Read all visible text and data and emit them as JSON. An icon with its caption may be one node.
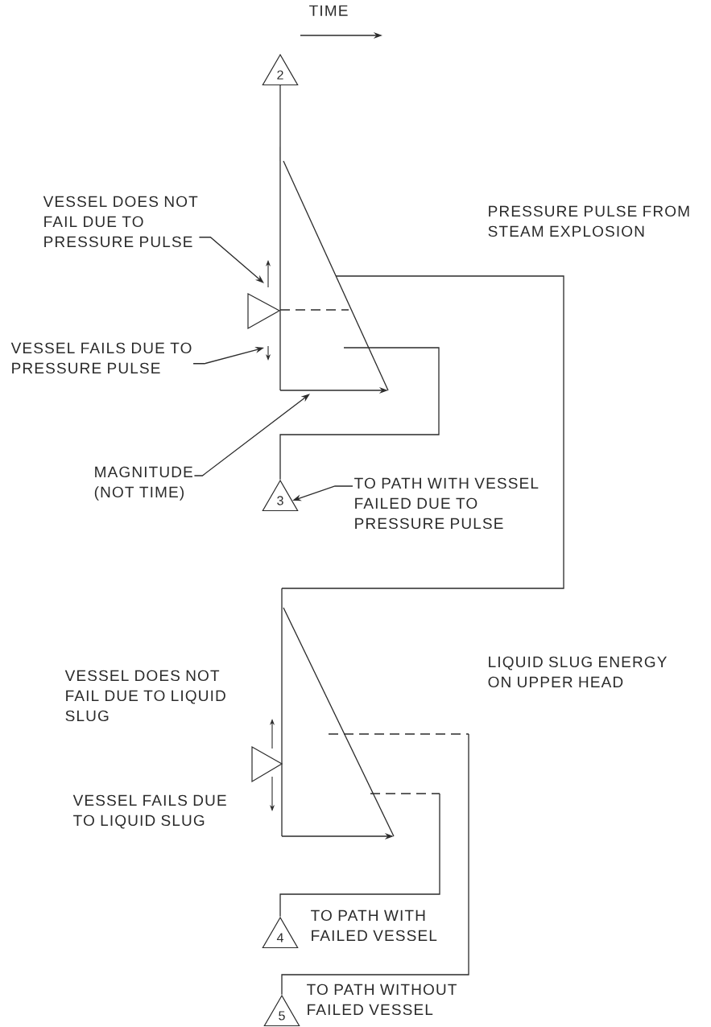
{
  "diagram": {
    "nodes": [
      {
        "text": [
          "2"
        ]
      },
      {
        "text": [],
        "shape": "triangle"
      },
      {
        "text": [
          "3"
        ]
      },
      {
        "text": [],
        "shape": "triangle"
      },
      {
        "text": [
          "4"
        ],
        "beside": [
          "TO PATH WITH FAILED VESSEL"
        ]
      },
      {
        "text": [
          "5"
        ],
        "beside": [
          "TO PATH WITHOUT FAILED VESSEL"
        ]
      },
      {
        "text": [
          "VESSEL DOES NOT FAIL DUE TO PRESSURE PULSE"
        ]
      },
      {
        "text": [
          "VESSEL FAILS DUE TO PRESSURE PULSE"
        ]
      },
      {
        "text": [
          "MAGNITUDE (NOT TIME)"
        ]
      },
      {
        "text": [
          "TO PATH WITH VESSEL FAILED DUE TO PRESSURE PULSE"
        ]
      }
    ],
    "edges": [
      {
        "from": 0,
        "to": 1,
        "arrow": "none"
      },
      {
        "from": 1,
        "to": 2,
        "arrow": "none"
      },
      {
        "from": 1,
        "to": 3,
        "arrow": "none"
      },
      {
        "from": 3,
        "to": 4,
        "arrow": "none"
      },
      {
        "from": 3,
        "to": 5,
        "arrow": "none"
      },
      {
        "from": 6,
        "to": null,
        "arrow": "to"
      },
      {
        "from": 7,
        "to": null,
        "arrow": "to"
      },
      {
        "from": 8,
        "to": 1,
        "arrow": "to"
      },
      {
        "from": 9,
        "to": 2,
        "arrow": "to"
      }
    ],
    "labels": [
      "TIME",
      "PRESSURE PULSE FROM STEAM EXPLOSION",
      "LIQUID SLUG ENERGY ON UPPER HEAD",
      "VESSEL DOES NOT FAIL DUE TO LIQUID SLUG",
      "VESSEL FAILS DUE TO LIQUID SLUG"
    ]
  }
}
